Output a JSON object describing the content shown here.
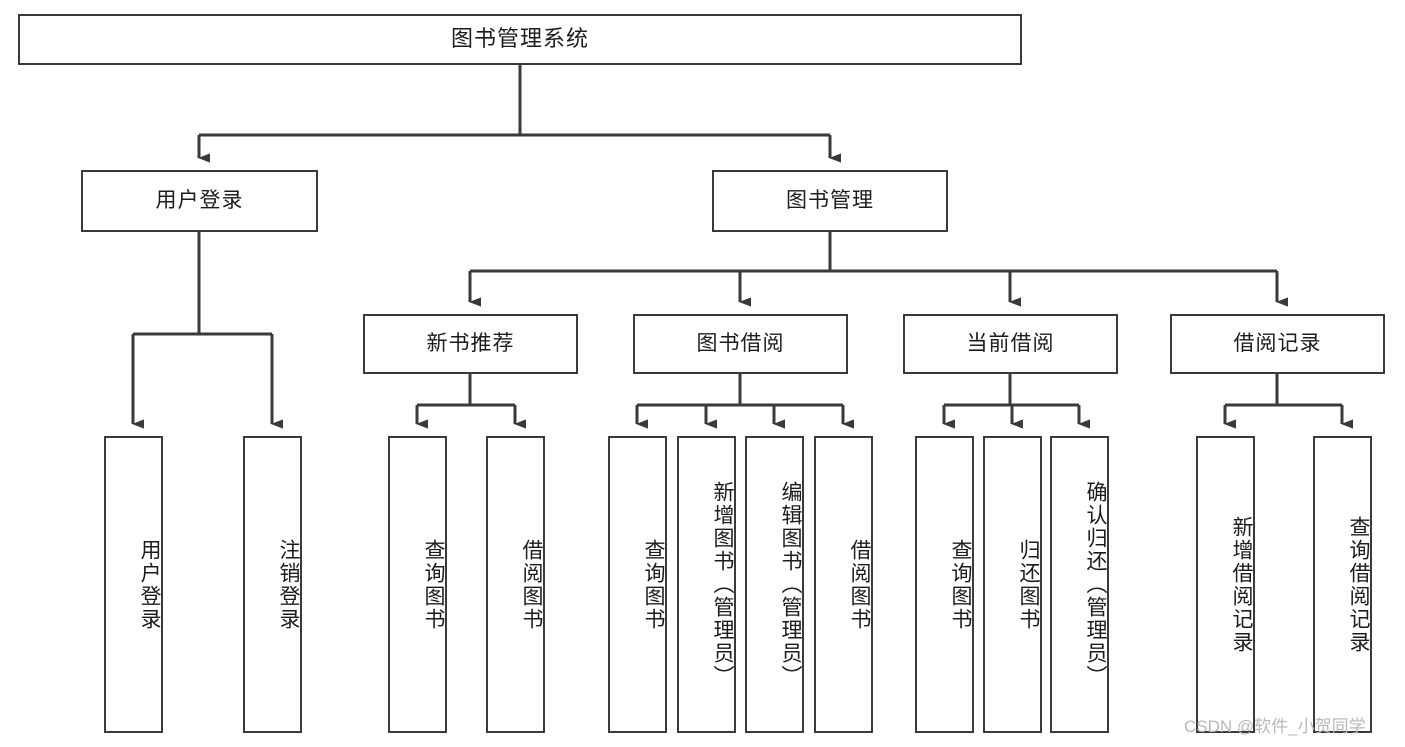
{
  "diagram": {
    "title": "图书管理系统",
    "type": "tree",
    "root": {
      "id": "root",
      "label": "图书管理系统",
      "orientation": "horizontal"
    },
    "level2": [
      {
        "id": "user-login",
        "label": "用户登录",
        "orientation": "horizontal"
      },
      {
        "id": "book-management",
        "label": "图书管理",
        "orientation": "horizontal"
      }
    ],
    "level3": [
      {
        "id": "new-book-recommend",
        "label": "新书推荐",
        "orientation": "horizontal",
        "parent": "book-management"
      },
      {
        "id": "book-borrow",
        "label": "图书借阅",
        "orientation": "horizontal",
        "parent": "book-management"
      },
      {
        "id": "current-borrow",
        "label": "当前借阅",
        "orientation": "horizontal",
        "parent": "book-management"
      },
      {
        "id": "borrow-record",
        "label": "借阅记录",
        "orientation": "horizontal",
        "parent": "book-management"
      }
    ],
    "leaves": [
      {
        "id": "leaf-user-login",
        "label": "用户登录",
        "parent": "user-login"
      },
      {
        "id": "leaf-logout-login",
        "label": "注销登录",
        "parent": "user-login"
      },
      {
        "id": "leaf-query-book-1",
        "label": "查询图书",
        "parent": "new-book-recommend"
      },
      {
        "id": "leaf-borrow-book-1",
        "label": "借阅图书",
        "parent": "new-book-recommend"
      },
      {
        "id": "leaf-query-book-2",
        "label": "查询图书",
        "parent": "book-borrow"
      },
      {
        "id": "leaf-add-book",
        "label": "新增图书（管理员）",
        "parent": "book-borrow"
      },
      {
        "id": "leaf-edit-book",
        "label": "编辑图书（管理员）",
        "parent": "book-borrow"
      },
      {
        "id": "leaf-borrow-book-2",
        "label": "借阅图书",
        "parent": "book-borrow"
      },
      {
        "id": "leaf-query-book-3",
        "label": "查询图书",
        "parent": "current-borrow"
      },
      {
        "id": "leaf-return-book",
        "label": "归还图书",
        "parent": "current-borrow"
      },
      {
        "id": "leaf-confirm-return",
        "label": "确认归还（管理员）",
        "parent": "current-borrow"
      },
      {
        "id": "leaf-add-record",
        "label": "新增借阅记录",
        "parent": "borrow-record"
      },
      {
        "id": "leaf-query-record",
        "label": "查询借阅记录",
        "parent": "borrow-record"
      }
    ],
    "watermark": "CSDN @软件_小贺同学",
    "colors": {
      "border": "#3a3a3a",
      "text": "#1c1c1c",
      "background": "#ffffff",
      "connector": "#3a3a3a",
      "watermark": "#b9b9b9"
    }
  }
}
